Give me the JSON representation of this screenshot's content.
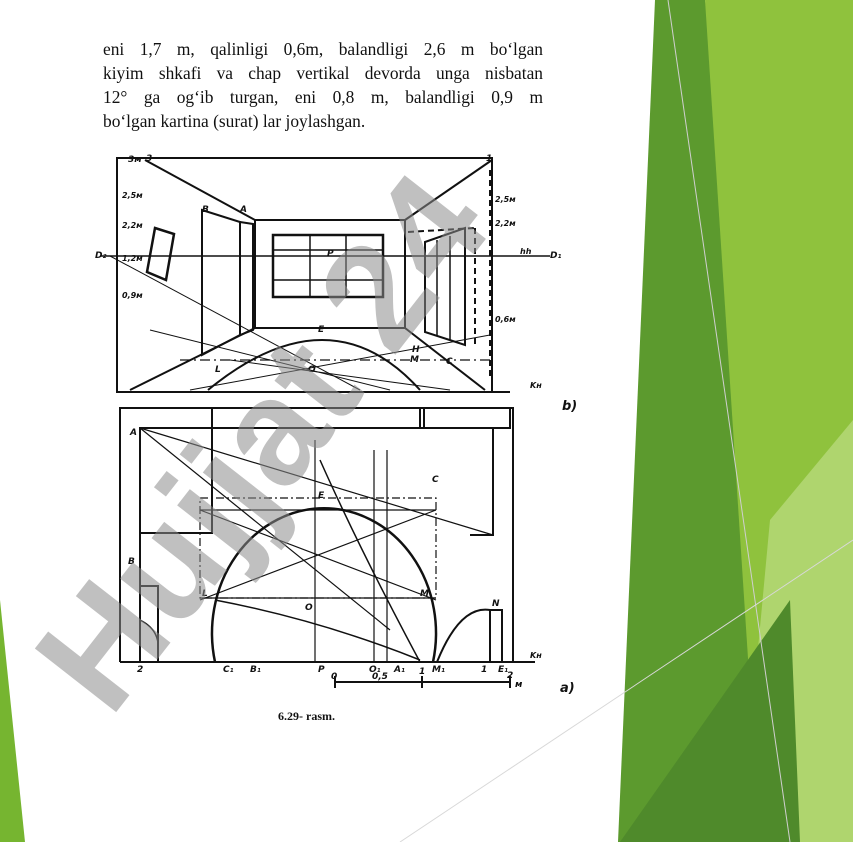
{
  "document": {
    "paragraph_lines": [
      "eni 1,7 m, qalinligi 0,6m, balandligi 2,6 m bo‘lgan",
      "kiyim shkafi va chap vertikal devorda unga nisbatan",
      "12° ga og‘ib turgan, eni 0,8 m, balandligi 0,9 m",
      "bo‘lgan kartina (surat) lar joylashgan."
    ],
    "caption": "6.29- rasm."
  },
  "figure": {
    "panel_b_label": "b)",
    "panel_a_label": "a)",
    "top_labels": {
      "h3m": "3м",
      "n3": "3",
      "n1": "1",
      "h25_left": "2,5м",
      "h22": "2,2м",
      "D2": "D₂",
      "h12": "1,2м",
      "h09": "0,9м",
      "B_upper": "B",
      "A_upper": "A",
      "P": "P",
      "h25_right": "2,5м",
      "h22_right": "2,2м",
      "hh": "hh",
      "D1": "D₁",
      "h06": "0,6м",
      "Kn_b": "Kн",
      "H_upper": "H",
      "M_upper": "M",
      "L_upper": "L",
      "O_upper": "O",
      "E_upper": "E",
      "C_upper": "C"
    },
    "bottom_labels": {
      "A": "A",
      "B": "B",
      "C": "C",
      "E": "E",
      "L": "L",
      "O": "O",
      "M": "M",
      "N": "N",
      "Kn": "Kн",
      "n2": "2",
      "C1": "C₁",
      "B1": "B₁",
      "P": "P",
      "O1": "O₁",
      "A1": "A₁",
      "M1": "M₁",
      "n1": "1",
      "E1": "E₁"
    },
    "scale": {
      "zero": "0",
      "half": "0,5",
      "one": "1",
      "two": "2",
      "m": "м"
    }
  },
  "watermark": {
    "text": "Hujjat 24"
  },
  "colors": {
    "green_dark": "#4f8a2b",
    "green_mid": "#76b530",
    "green_light": "#a6cf5a",
    "watermark_grey": "#8c8c8c",
    "watermark_purple": "#b59cf2"
  }
}
